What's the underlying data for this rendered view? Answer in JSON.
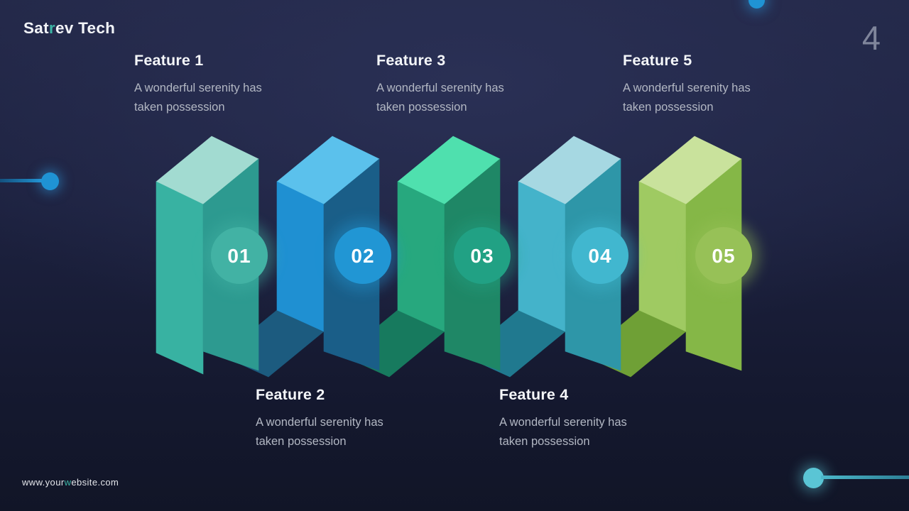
{
  "brand": {
    "pre": "Sat",
    "accent": "r",
    "post": "ev Tech"
  },
  "page_number": "4",
  "website": {
    "pre": "www.your",
    "accent": "w",
    "post": "ebsite.com"
  },
  "features": [
    {
      "title": "Feature 1",
      "desc_lines": [
        "A wonderful serenity has",
        "taken possession"
      ]
    },
    {
      "title": "Feature 2",
      "desc_lines": [
        "A wonderful serenity has",
        "taken possession"
      ]
    },
    {
      "title": "Feature 3",
      "desc_lines": [
        "A wonderful serenity has",
        "taken possession"
      ]
    },
    {
      "title": "Feature 4",
      "desc_lines": [
        "A wonderful serenity has",
        "taken possession"
      ]
    },
    {
      "title": "Feature 5",
      "desc_lines": [
        "A wonderful serenity has",
        "taken possession"
      ]
    }
  ],
  "steps": [
    {
      "number": "01",
      "colors": {
        "front": "#38b2a2",
        "top": "#a2dbd1",
        "side": "#2d9a90",
        "fold": null,
        "circle": "#42b2a4"
      }
    },
    {
      "number": "02",
      "colors": {
        "front": "#1f90d2",
        "top": "#5bc1ec",
        "side": "#1a5e88",
        "fold": "#1c5b7f",
        "circle": "#2196d4"
      }
    },
    {
      "number": "03",
      "colors": {
        "front": "#27a87e",
        "top": "#4fe0ae",
        "side": "#1f8766",
        "fold": "#177a5e",
        "circle": "#21a184"
      }
    },
    {
      "number": "04",
      "colors": {
        "front": "#44b3ca",
        "top": "#a6d8e2",
        "side": "#2e96a8",
        "fold": "#20798f",
        "circle": "#41b7cf"
      }
    },
    {
      "number": "05",
      "colors": {
        "front": "#9fca62",
        "top": "#c9e29c",
        "side": "#85b747",
        "fold": "#6fa036",
        "circle": "#97c157"
      }
    }
  ],
  "accents": {
    "teal": "#3cb5a5",
    "blue": "#1f93d4",
    "cyan": "#5ac5d5"
  }
}
